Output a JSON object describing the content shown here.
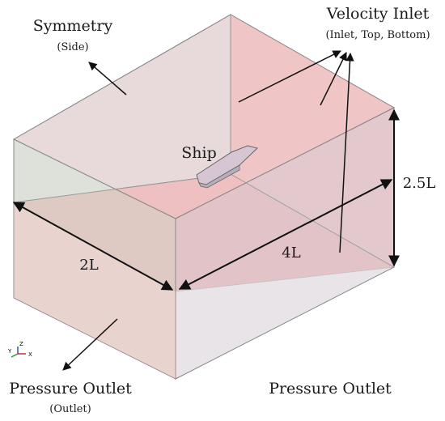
{
  "labels": {
    "symmetry": "Symmetry",
    "symmetry_sub": "(Side)",
    "velocity_inlet": "Velocity Inlet",
    "velocity_inlet_sub": "(Inlet, Top, Bottom)",
    "ship": "Ship",
    "pressure_outlet_left": "Pressure Outlet",
    "pressure_outlet_left_sub": "(Outlet)",
    "pressure_outlet_right": "Pressure Outlet"
  },
  "dimensions": {
    "width": "2L",
    "length": "4L",
    "height": "2.5L"
  },
  "axes": {
    "x": "X",
    "y": "Y",
    "z": "Z"
  },
  "colors": {
    "inlet_face": "#f3b7b5",
    "outlet_face": "#f0c2c2",
    "side_face": "#e4d2d6",
    "symmetry_face": "#d6d6d0",
    "edge": "#777777",
    "arrow": "#111111"
  }
}
